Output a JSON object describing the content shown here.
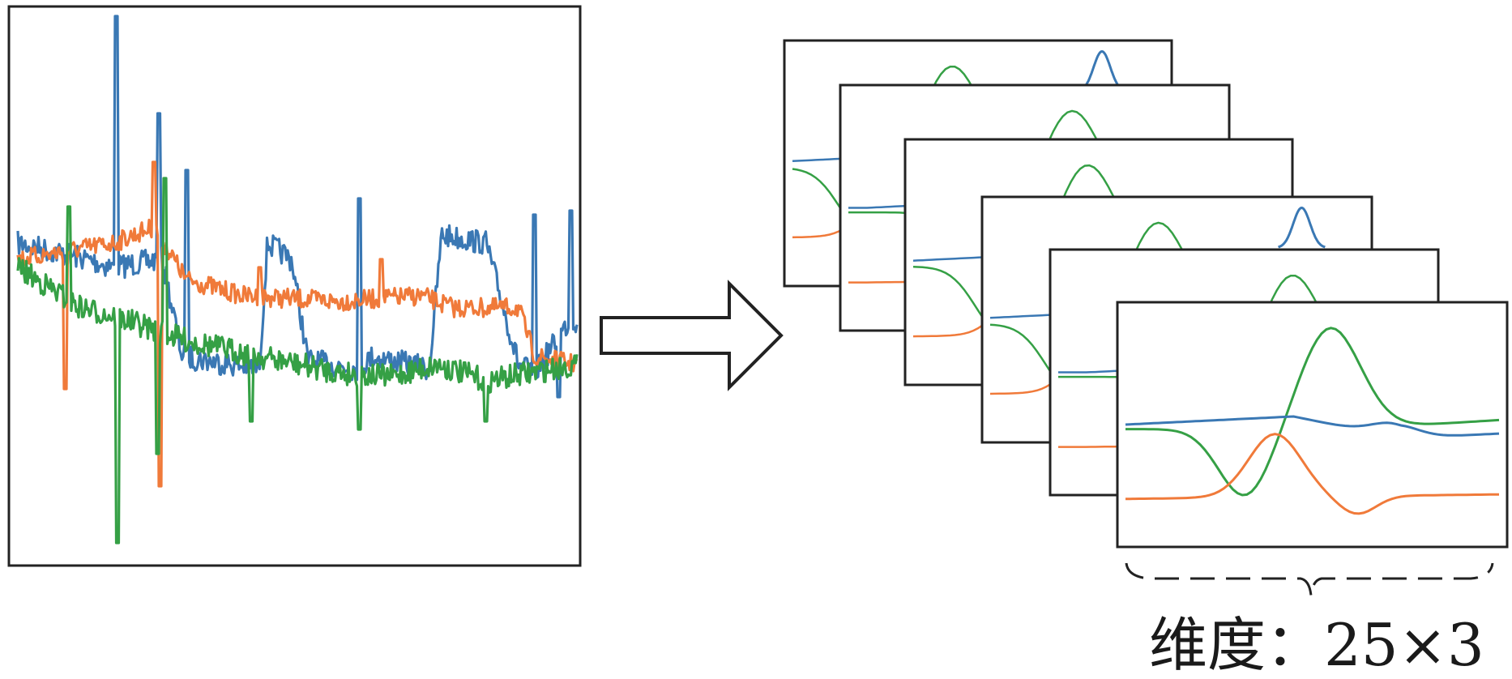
{
  "colors": {
    "blue": "#3a78b4",
    "orange": "#f07a3a",
    "green": "#35a045",
    "frame": "#222222"
  },
  "icons": {
    "arrow": "right-arrow-icon",
    "brace": "bottom-brace-icon"
  },
  "raw_signal": {
    "series_colors": [
      "blue",
      "orange",
      "green"
    ]
  },
  "windows": {
    "count": 6
  },
  "caption": "维度：25×3"
}
